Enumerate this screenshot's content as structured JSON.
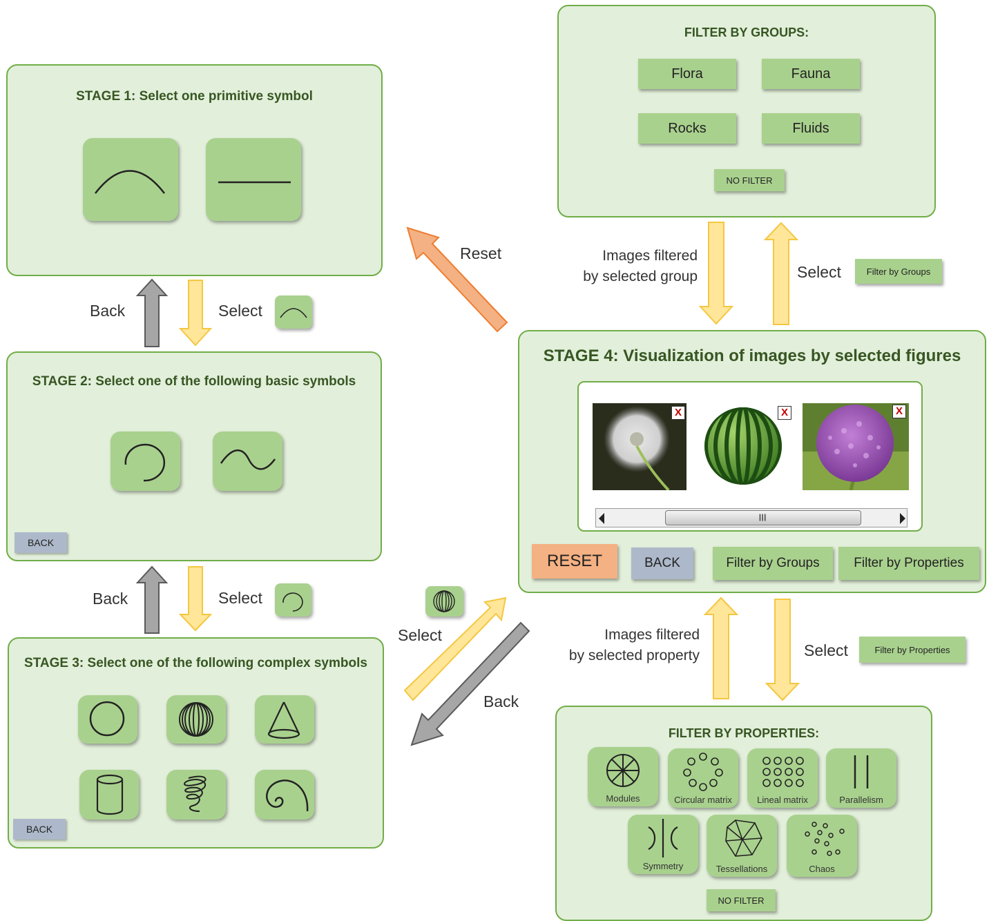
{
  "stage1": {
    "title": "STAGE 1: Select one primitive symbol"
  },
  "stage2": {
    "title": "STAGE 2: Select one of the following basic symbols",
    "back_label": "BACK"
  },
  "stage3": {
    "title": "STAGE 3: Select one of the following complex symbols",
    "back_label": "BACK"
  },
  "stage4": {
    "title": "STAGE 4: Visualization of images by selected figures",
    "close_label": "X",
    "reset_label": "RESET",
    "back_label": "BACK",
    "filter_groups_label": "Filter by Groups",
    "filter_properties_label": "Filter by Properties"
  },
  "groups": {
    "title": "FILTER BY GROUPS:",
    "items": [
      "Flora",
      "Fauna",
      "Rocks",
      "Fluids"
    ],
    "no_filter_label": "NO FILTER"
  },
  "properties": {
    "title": "FILTER BY PROPERTIES:",
    "items": [
      "Modules",
      "Circular matrix",
      "Lineal matrix",
      "Parallelism",
      "Symmetry",
      "Tessellations",
      "Chaos"
    ],
    "no_filter_label": "NO FILTER"
  },
  "flow": {
    "back": "Back",
    "select": "Select",
    "reset": "Reset",
    "images_group_line1": "Images filtered",
    "images_group_line2": "by selected group",
    "images_property_line1": "Images filtered",
    "images_property_line2": "by selected property",
    "filter_groups_chip": "Filter by Groups",
    "filter_properties_chip": "Filter by Properties"
  },
  "colors": {
    "panel_fill": "#e2efda",
    "panel_border": "#70ad47",
    "button_green": "#a9d18e",
    "back_button": "#adb9ca",
    "reset_button": "#f4b183",
    "arrow_yellow": "#ffe699",
    "arrow_gray": "#a6a6a6",
    "arrow_orange": "#f4b183",
    "title_text": "#375623"
  }
}
